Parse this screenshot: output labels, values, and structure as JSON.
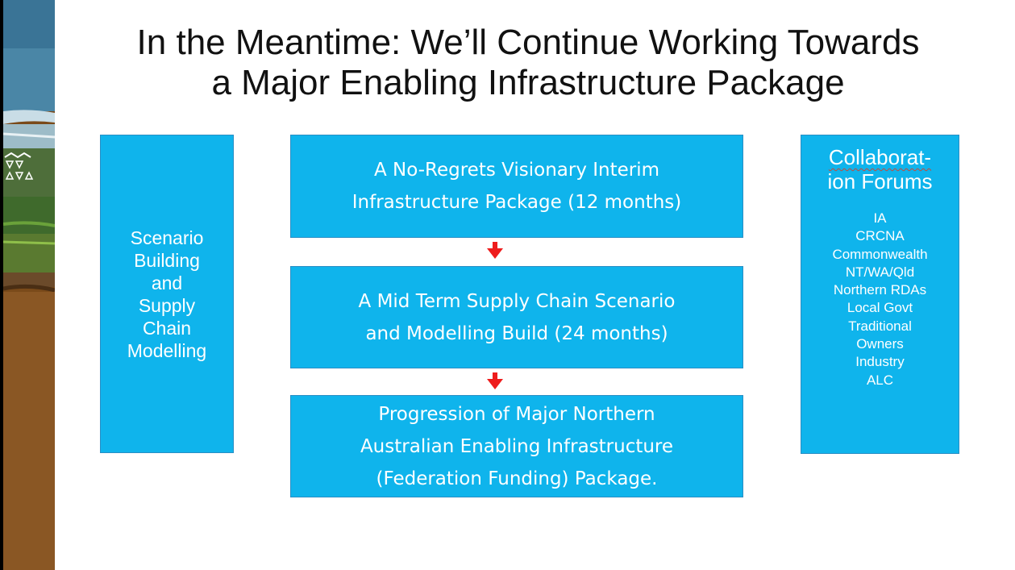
{
  "slide": {
    "title_lines": [
      "In the Meantime: We’ll Continue Working Towards",
      "a Major Enabling Infrastructure Package"
    ]
  },
  "left_box": {
    "lines": [
      "Scenario",
      "Building",
      "and",
      "Supply",
      "Chain",
      "Modelling"
    ]
  },
  "flow": [
    {
      "lines": [
        "A No-Regrets Visionary Interim",
        "Infrastructure Package (12 months)"
      ]
    },
    {
      "lines": [
        "A Mid Term Supply Chain Scenario",
        "and Modelling Build (24 months)"
      ]
    },
    {
      "lines": [
        "Progression of Major Northern",
        "Australian Enabling Infrastructure",
        "(Federation Funding) Package."
      ]
    }
  ],
  "forums": {
    "heading_lines": [
      "Collaborat-",
      "ion Forums"
    ],
    "members": [
      "IA",
      "CRCNA",
      "Commonwealth",
      "NT/WA/Qld",
      "Northern RDAs",
      "Local Govt",
      "Traditional",
      "Owners",
      "Industry",
      "ALC"
    ]
  },
  "colors": {
    "box_fill": "#0fb4ec",
    "arrow": "#ee1c1c"
  }
}
